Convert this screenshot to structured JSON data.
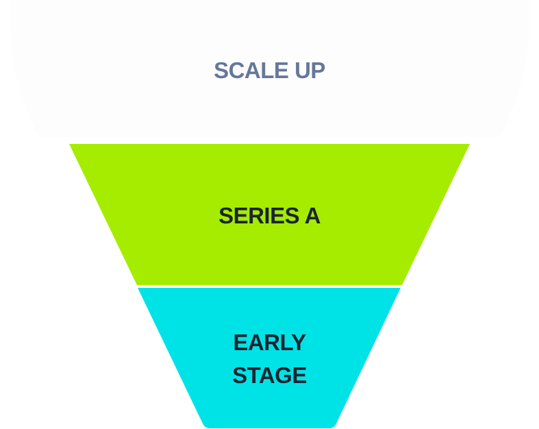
{
  "funnel": {
    "stages": [
      {
        "label": "SCALE UP",
        "fill": "#fdfdfe",
        "text_color": "#65779a"
      },
      {
        "label": "SERIES A",
        "fill": "#a5ec00",
        "text_color": "#1b2430"
      },
      {
        "label": "EARLY STAGE",
        "lines": [
          "EARLY",
          "STAGE"
        ],
        "fill": "#00e3e6",
        "text_color": "#1b2430"
      }
    ]
  }
}
